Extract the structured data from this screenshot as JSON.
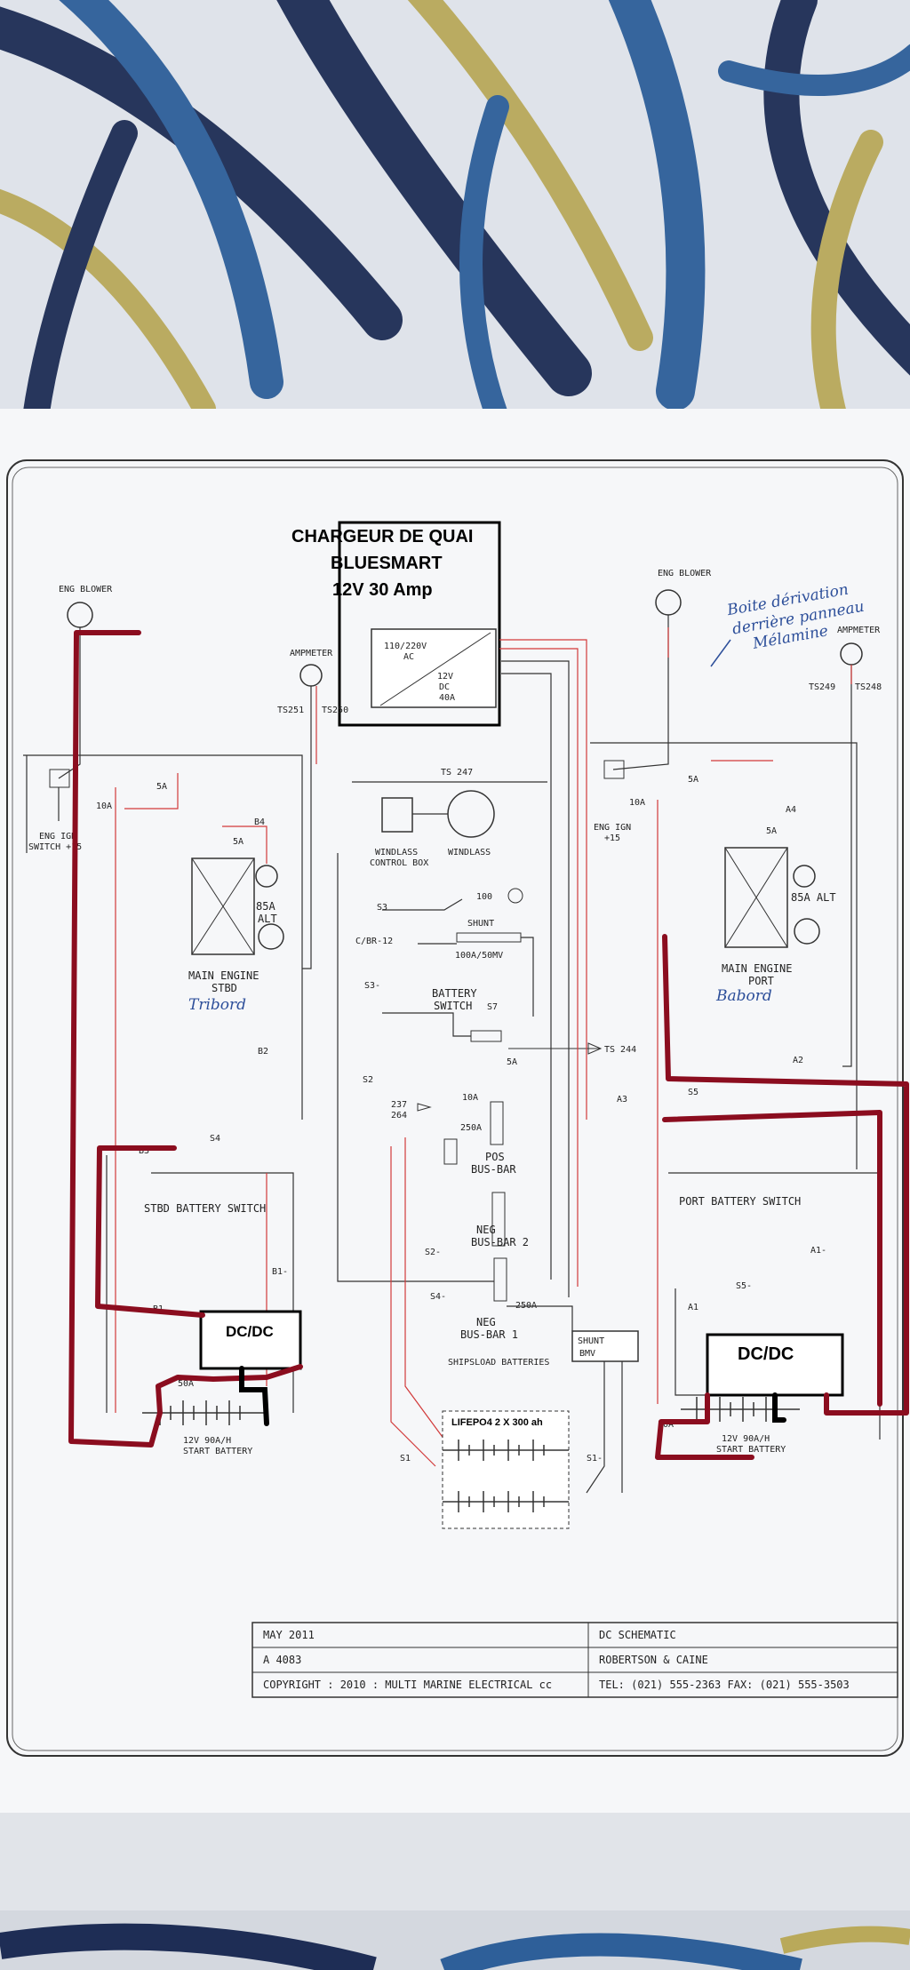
{
  "charger": {
    "line1": "CHARGEUR DE QUAI",
    "line2": "BLUESMART",
    "line3": "12V 30 Amp",
    "ac_label": "110/220V",
    "ac_label2": "AC",
    "dc_label": "12V",
    "dc_label2": "DC",
    "dc_amps": "40A"
  },
  "handwritten": {
    "line1": "Boite dérivation",
    "line2": "derrière panneau",
    "line3": "Mélamine",
    "tribord": "Tribord",
    "babord": "Babord"
  },
  "labels": {
    "eng_blower_left": "ENG BLOWER",
    "eng_blower_right": "ENG BLOWER",
    "ampmeter_left": "AMPMETER",
    "ampmeter_right": "AMPMETER",
    "ts251": "TS251",
    "ts250": "TS250",
    "ts249": "TS249",
    "ts248": "TS248",
    "ts247": "TS 247",
    "ts244": "TS 244",
    "windlass_box": "WINDLASS",
    "windlass_box2": "CONTROL BOX",
    "windlass": "WINDLASS",
    "eng_ign_left": "ENG IGN",
    "eng_ign_left2": "SWITCH +15",
    "eng_ign_right": "ENG IGN",
    "eng_ign_right2": "+15",
    "main_engine_stbd": "MAIN ENGINE",
    "main_engine_stbd2": "STBD",
    "main_engine_port": "MAIN ENGINE",
    "main_engine_port2": "PORT",
    "alt_left": "85A",
    "alt_left2": "ALT",
    "alt_right": "85A ALT",
    "shunt": "SHUNT",
    "shunt_rating": "100A/50MV",
    "cbr": "C/BR-12",
    "battery_switch": "BATTERY",
    "battery_switch2": "SWITCH",
    "pos_busbar": "POS",
    "pos_busbar2": "BUS-BAR",
    "neg_busbar2": "NEG",
    "neg_busbar2b": "BUS-BAR 2",
    "neg_busbar1": "NEG",
    "neg_busbar1b": "BUS-BAR 1",
    "stbd_batt_switch": "STBD BATTERY SWITCH",
    "port_batt_switch": "PORT BATTERY SWITCH",
    "dcdc_left": "DC/DC",
    "dcdc_right": "DC/DC",
    "shunt_bmv": "SHUNT",
    "shunt_bmv2": "BMV",
    "shipsload": "SHIPSLOAD BATTERIES",
    "lifepo4": "LIFEPO4 2 X 300 ah",
    "start_batt_left": "12V 90A/H",
    "start_batt_left2": "START BATTERY",
    "start_batt_right": "12V 90A/H",
    "start_batt_right2": "START BATTERY",
    "fuse_5a": "5A",
    "fuse_10a": "10A",
    "fuse_50a": "50A",
    "fuse_250a": "250A",
    "num_100": "100",
    "num_237": "237",
    "num_264": "264",
    "b4": "B4",
    "b2": "B2",
    "b3": "B3",
    "b1": "B1",
    "b1m": "B1-",
    "a4": "A4",
    "a2": "A2",
    "a3": "A3",
    "a1": "A1",
    "a1m": "A1-",
    "s1": "S1",
    "s2": "S2",
    "s2m": "S2-",
    "s3": "S3",
    "s3m": "S3-",
    "s4": "S4",
    "s4m": "S4-",
    "s5": "S5",
    "s5m": "S5-",
    "s7": "S7",
    "s1m": "S1-"
  },
  "title_block": {
    "date": "MAY 2011",
    "ref": "A 4083",
    "copyright": "COPYRIGHT : 2010 : MULTI MARINE ELECTRICAL cc",
    "title": "DC SCHEMATIC",
    "client": "ROBERTSON & CAINE",
    "contact": "TEL: (021) 555-2363   FAX: (021) 555-3503"
  },
  "colors": {
    "dark_red_marker": "#8b0d1f",
    "wire_red": "#d23a3a",
    "ink": "#2a2a2a",
    "paper": "#f6f7f9",
    "fabric_blue": "#2e5f99",
    "fabric_navy": "#1e2d55",
    "fabric_gold": "#b9a95a"
  }
}
